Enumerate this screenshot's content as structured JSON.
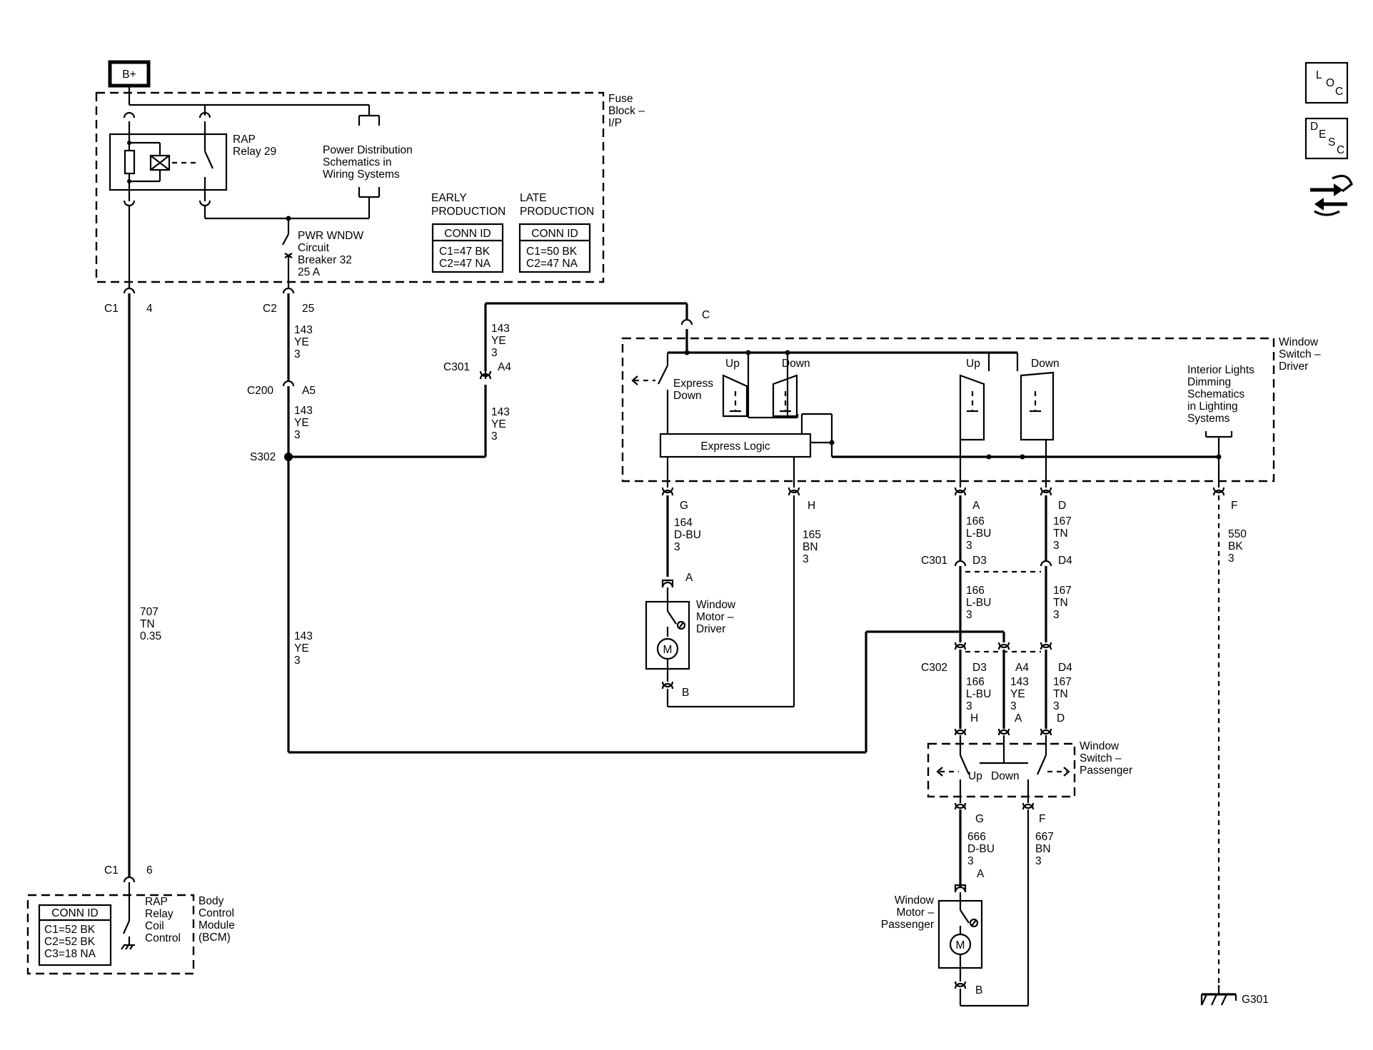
{
  "battery": "B+",
  "fuse_block": {
    "title": [
      "Fuse",
      "Block –",
      "I/P"
    ],
    "relay": [
      "RAP",
      "Relay 29"
    ],
    "power_dist": [
      "Power Distribution",
      "Schematics in",
      "Wiring Systems"
    ],
    "breaker": [
      "PWR WNDW",
      "Circuit",
      "Breaker 32",
      "25 A"
    ],
    "early": {
      "title": [
        "EARLY",
        "PRODUCTION"
      ],
      "conn_id": "CONN ID",
      "c1": "C1=47 BK",
      "c2": "C2=47 NA"
    },
    "late": {
      "title": [
        "LATE",
        "PRODUCTION"
      ],
      "conn_id": "CONN ID",
      "c1": "C1=50 BK",
      "c2": "C2=47 NA"
    }
  },
  "connectors": {
    "c1_top": "C1",
    "c1_top_pin": "4",
    "c2": "C2",
    "c2_pin": "25",
    "c200": "C200",
    "c200_pin": "A5",
    "s302": "S302",
    "c301_left": "C301",
    "c301_left_pin": "A4",
    "pin_c": "C",
    "c1_bottom": "C1",
    "c1_bottom_pin": "6",
    "c301_right": "C301",
    "c301_d3": "D3",
    "c301_d4": "D4",
    "c302": "C302",
    "c302_d3": "D3",
    "c302_a4": "A4",
    "c302_d4": "D4",
    "g301": "G301"
  },
  "wires": {
    "w707": [
      "707",
      "TN",
      "0.35"
    ],
    "w143_a": [
      "143",
      "YE",
      "3"
    ],
    "w143_b": [
      "143",
      "YE",
      "3"
    ],
    "w143_c": [
      "143",
      "YE",
      "3"
    ],
    "w143_d": [
      "143",
      "YE",
      "3"
    ],
    "w143_e": [
      "143",
      "YE",
      "3"
    ],
    "w164": [
      "164",
      "D-BU",
      "3"
    ],
    "w165": [
      "165",
      "BN",
      "3"
    ],
    "w166_a": [
      "166",
      "L-BU",
      "3"
    ],
    "w166_b": [
      "166",
      "L-BU",
      "3"
    ],
    "w166_c": [
      "166",
      "L-BU",
      "3"
    ],
    "w167_a": [
      "167",
      "TN",
      "3"
    ],
    "w167_b": [
      "167",
      "TN",
      "3"
    ],
    "w167_c": [
      "167",
      "TN",
      "3"
    ],
    "w550": [
      "550",
      "BK",
      "3"
    ],
    "w666": [
      "666",
      "D-BU",
      "3"
    ],
    "w667": [
      "667",
      "BN",
      "3"
    ]
  },
  "window_switch_driver": {
    "title": [
      "Window",
      "Switch –",
      "Driver"
    ],
    "express_down": [
      "Express",
      "Down"
    ],
    "up_1": "Up",
    "down_1": "Down",
    "up_2": "Up",
    "down_2": "Down",
    "express_logic": "Express Logic",
    "interior": [
      "Interior Lights",
      "Dimming",
      "Schematics",
      "in Lighting",
      "Systems"
    ],
    "pins": {
      "g": "G",
      "h": "H",
      "a": "A",
      "d": "D",
      "f": "F"
    }
  },
  "window_motor_driver": {
    "title": [
      "Window",
      "Motor –",
      "Driver"
    ],
    "pin_a": "A",
    "pin_b": "B",
    "motor": "M"
  },
  "window_switch_passenger": {
    "title": [
      "Window",
      "Switch –",
      "Passenger"
    ],
    "up": "Up",
    "down": "Down",
    "pins": {
      "h": "H",
      "a": "A",
      "d": "D",
      "g": "G",
      "f": "F"
    }
  },
  "window_motor_passenger": {
    "title": [
      "Window",
      "Motor –",
      "Passenger"
    ],
    "pin_a": "A",
    "pin_b": "B",
    "motor": "M"
  },
  "bcm": {
    "title": [
      "Body",
      "Control",
      "Module",
      "(BCM)"
    ],
    "conn_id": "CONN ID",
    "c1": "C1=52 BK",
    "c2": "C2=52 BK",
    "c3": "C3=18 NA",
    "coil": [
      "RAP",
      "Relay",
      "Coil",
      "Control"
    ]
  },
  "side_icons": {
    "loc": [
      "L",
      "O",
      "C"
    ],
    "desc": [
      "D",
      "E",
      "S",
      "C"
    ],
    "nav": "arrows-icon"
  }
}
